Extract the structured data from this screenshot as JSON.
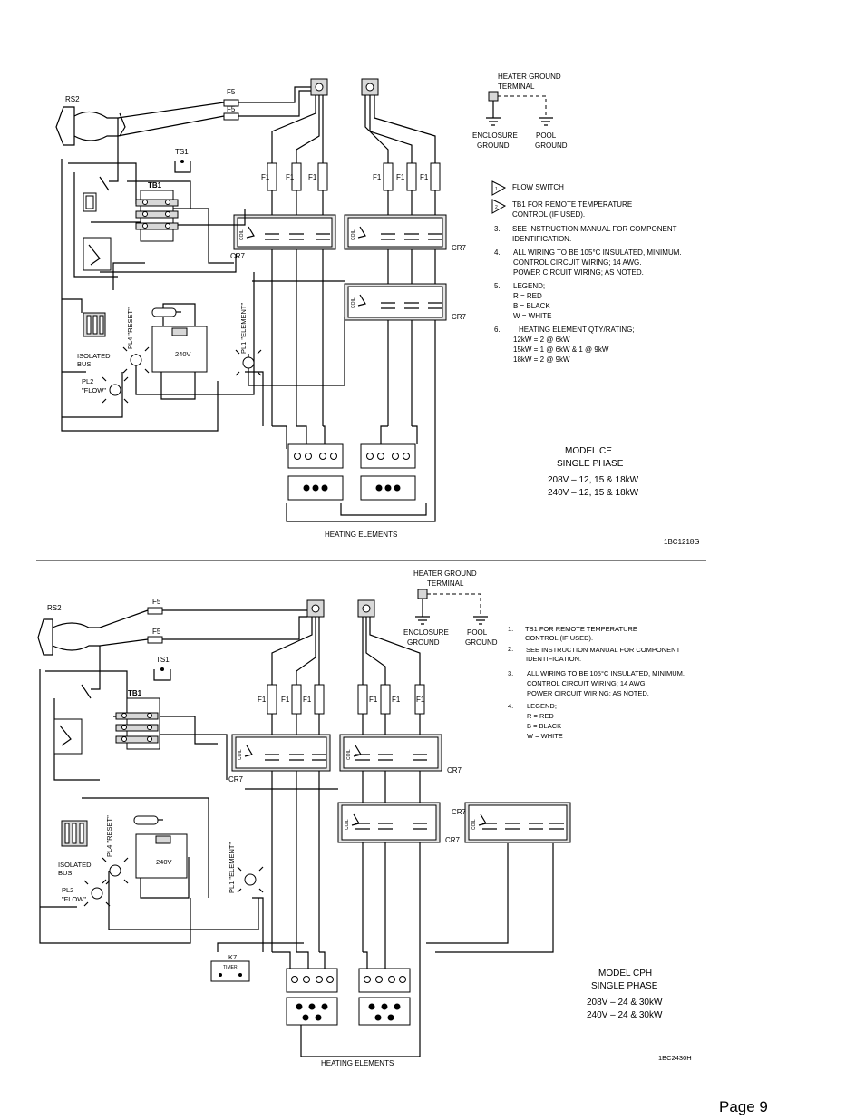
{
  "top": {
    "rs2": "RS2",
    "f5a": "F5",
    "f5b": "F5",
    "ts1": "TS1",
    "tb1": "TB1",
    "f1": [
      "F1",
      "F1",
      "F1",
      "F1",
      "F1",
      "F1"
    ],
    "cr7_a": "CR7",
    "cr7_b": "CR7",
    "cr7_c": "CR7",
    "coil": "COIL",
    "pl4": "PL4 \"RESET\"",
    "pl1": "PL1 \"ELEMENT\"",
    "relay_v": "240V",
    "isolated_bus": [
      "ISOLATED",
      "BUS"
    ],
    "pl2": [
      "PL2",
      "\"FLOW\""
    ],
    "heater_ground_terminal": [
      "HEATER GROUND",
      "TERMINAL"
    ],
    "enclosure_ground": [
      "ENCLOSURE",
      "GROUND"
    ],
    "pool_ground": [
      "POOL",
      "GROUND"
    ],
    "notes": [
      {
        "num": "1",
        "lines": [
          "FLOW SWITCH"
        ]
      },
      {
        "num": "2",
        "lines": [
          "TB1 FOR REMOTE TEMPERATURE",
          "CONTROL (IF USED)."
        ]
      },
      {
        "num": "3.",
        "lines": [
          "SEE INSTRUCTION MANUAL FOR COMPONENT",
          "IDENTIFICATION."
        ]
      },
      {
        "num": "4.",
        "lines": [
          "ALL WIRING TO BE 105°C INSULATED, MINIMUM.",
          "CONTROL CIRCUIT WIRING; 14 AWG.",
          "POWER CIRCUIT WIRING; AS NOTED."
        ]
      },
      {
        "num": "5.",
        "lines": [
          "LEGEND;",
          "R = RED",
          "B = BLACK",
          "W = WHITE"
        ]
      },
      {
        "num": "6.",
        "lines": [
          "HEATING ELEMENT QTY/RATING;",
          "12kW = 2 @ 6kW",
          "15kW = 1 @ 6kW & 1 @ 9kW",
          "18kW = 2 @ 9kW"
        ]
      }
    ],
    "model": [
      "MODEL CE",
      "SINGLE PHASE",
      "208V – 12, 15 & 18kW",
      "240V – 12, 15 & 18kW"
    ],
    "heating_elements": "HEATING ELEMENTS",
    "drawing_no": "1BC1218G"
  },
  "bottom": {
    "rs2": "RS2",
    "f5a": "F5",
    "f5b": "F5",
    "ts1": "TS1",
    "tb1": "TB1",
    "f1": [
      "F1",
      "F1",
      "F1",
      "F1",
      "F1",
      "F1"
    ],
    "cr7_a": "CR7",
    "cr7_b": "CR7",
    "cr7_c": "CR7",
    "cr7_d": "CR7",
    "coil": "COIL",
    "pl4": "PL4 \"RESET\"",
    "pl1": "PL1 \"ELEMENT\"",
    "relay_v": "240V",
    "isolated_bus": [
      "ISOLATED",
      "BUS"
    ],
    "pl2": [
      "PL2",
      "\"FLOW\""
    ],
    "k7": "K7",
    "timer": "TIMER",
    "heater_ground_terminal": [
      "HEATER GROUND",
      "TERMINAL"
    ],
    "enclosure_ground": [
      "ENCLOSURE",
      "GROUND"
    ],
    "pool_ground": [
      "POOL",
      "GROUND"
    ],
    "notes": [
      {
        "num": "1.",
        "lines": [
          "TB1 FOR REMOTE TEMPERATURE",
          "CONTROL (IF USED)."
        ]
      },
      {
        "num": "2.",
        "lines": [
          "SEE INSTRUCTION MANUAL FOR COMPONENT",
          "IDENTIFICATION."
        ]
      },
      {
        "num": "3.",
        "lines": [
          "ALL WIRING TO BE 105°C INSULATED, MINIMUM.",
          "CONTROL CIRCUIT WIRING; 14 AWG.",
          "POWER CIRCUIT WIRING; AS NOTED."
        ]
      },
      {
        "num": "4.",
        "lines": [
          "LEGEND;",
          "R = RED",
          "B = BLACK",
          "W = WHITE"
        ]
      }
    ],
    "model": [
      "MODEL CPH",
      "SINGLE PHASE",
      "208V – 24 & 30kW",
      "240V – 24 & 30kW"
    ],
    "heating_elements": "HEATING ELEMENTS",
    "drawing_no": "1BC2430H"
  },
  "page_label": "Page 9"
}
